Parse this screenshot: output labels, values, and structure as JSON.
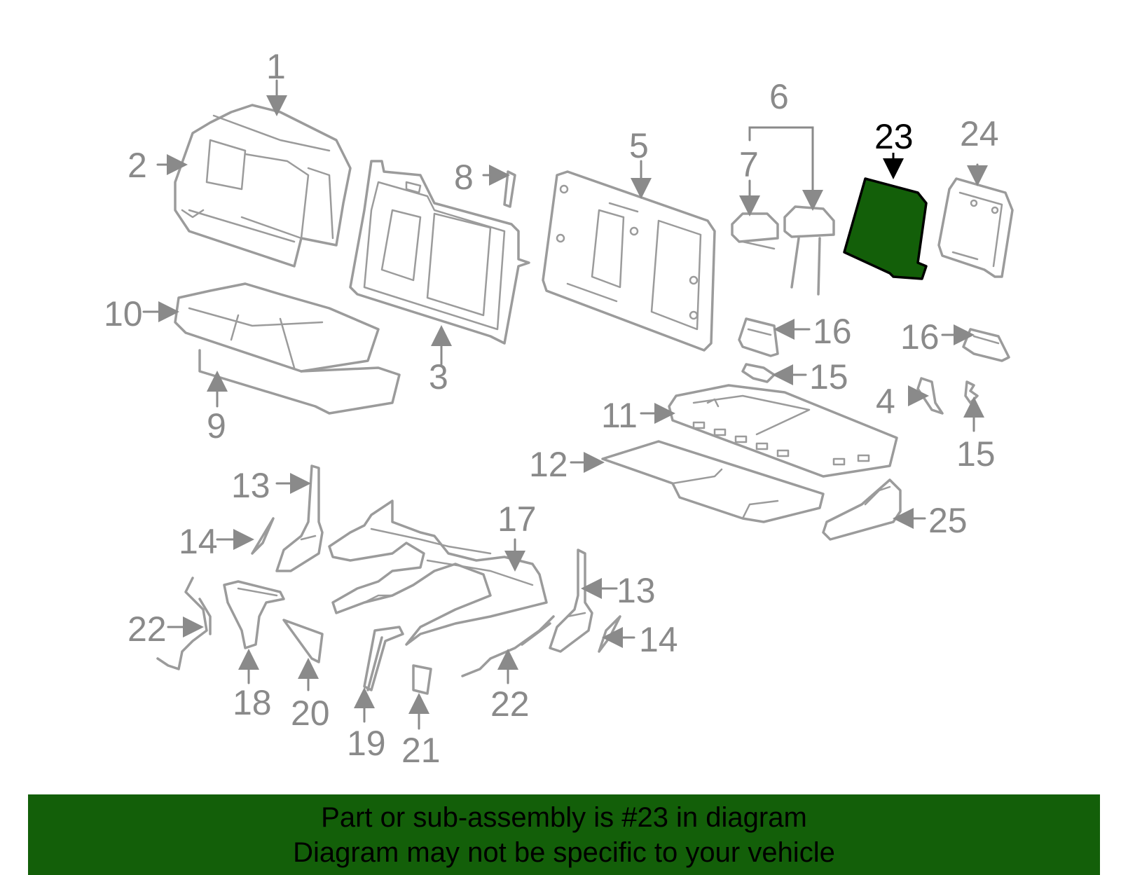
{
  "colors": {
    "highlight_fill": "#135f09",
    "banner_background": "#135f09",
    "part_outline": "#9b9b9b",
    "callout_text": "#8a8a8a",
    "highlight_text": "#000000"
  },
  "highlighted_part": "23",
  "callouts": {
    "c1": "1",
    "c2": "2",
    "c3": "3",
    "c4": "4",
    "c5": "5",
    "c6": "6",
    "c7": "7",
    "c8": "8",
    "c9": "9",
    "c10": "10",
    "c11": "11",
    "c12": "12",
    "c13a": "13",
    "c13b": "13",
    "c14a": "14",
    "c14b": "14",
    "c15a": "15",
    "c15b": "15",
    "c16a": "16",
    "c16b": "16",
    "c17": "17",
    "c18": "18",
    "c19": "19",
    "c20": "20",
    "c21": "21",
    "c22a": "22",
    "c22b": "22",
    "c23": "23",
    "c24": "24",
    "c25": "25"
  },
  "banner": {
    "line1": "Part or sub-assembly is #23 in diagram",
    "line2": "Diagram may not be specific to your vehicle"
  }
}
